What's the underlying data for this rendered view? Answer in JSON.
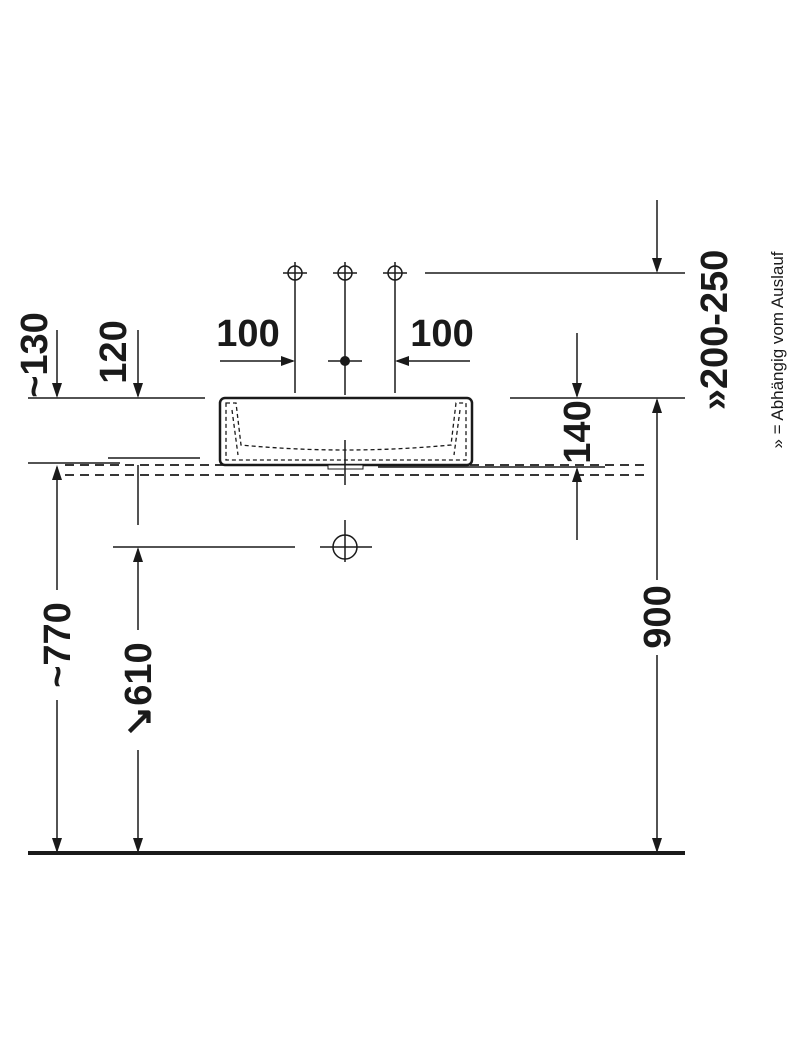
{
  "drawing": {
    "dimensions": {
      "faucet_spacing_left": "100",
      "faucet_spacing_right": "100",
      "faucet_height": "»200-250",
      "rim_to_wall_left": "~130",
      "rim_offset": "120",
      "basin_height": "140",
      "floor_to_counter": "~770",
      "floor_to_drain": "↘610",
      "floor_to_rim": "900"
    },
    "note": "» = Abhängig vom Auslauf"
  }
}
